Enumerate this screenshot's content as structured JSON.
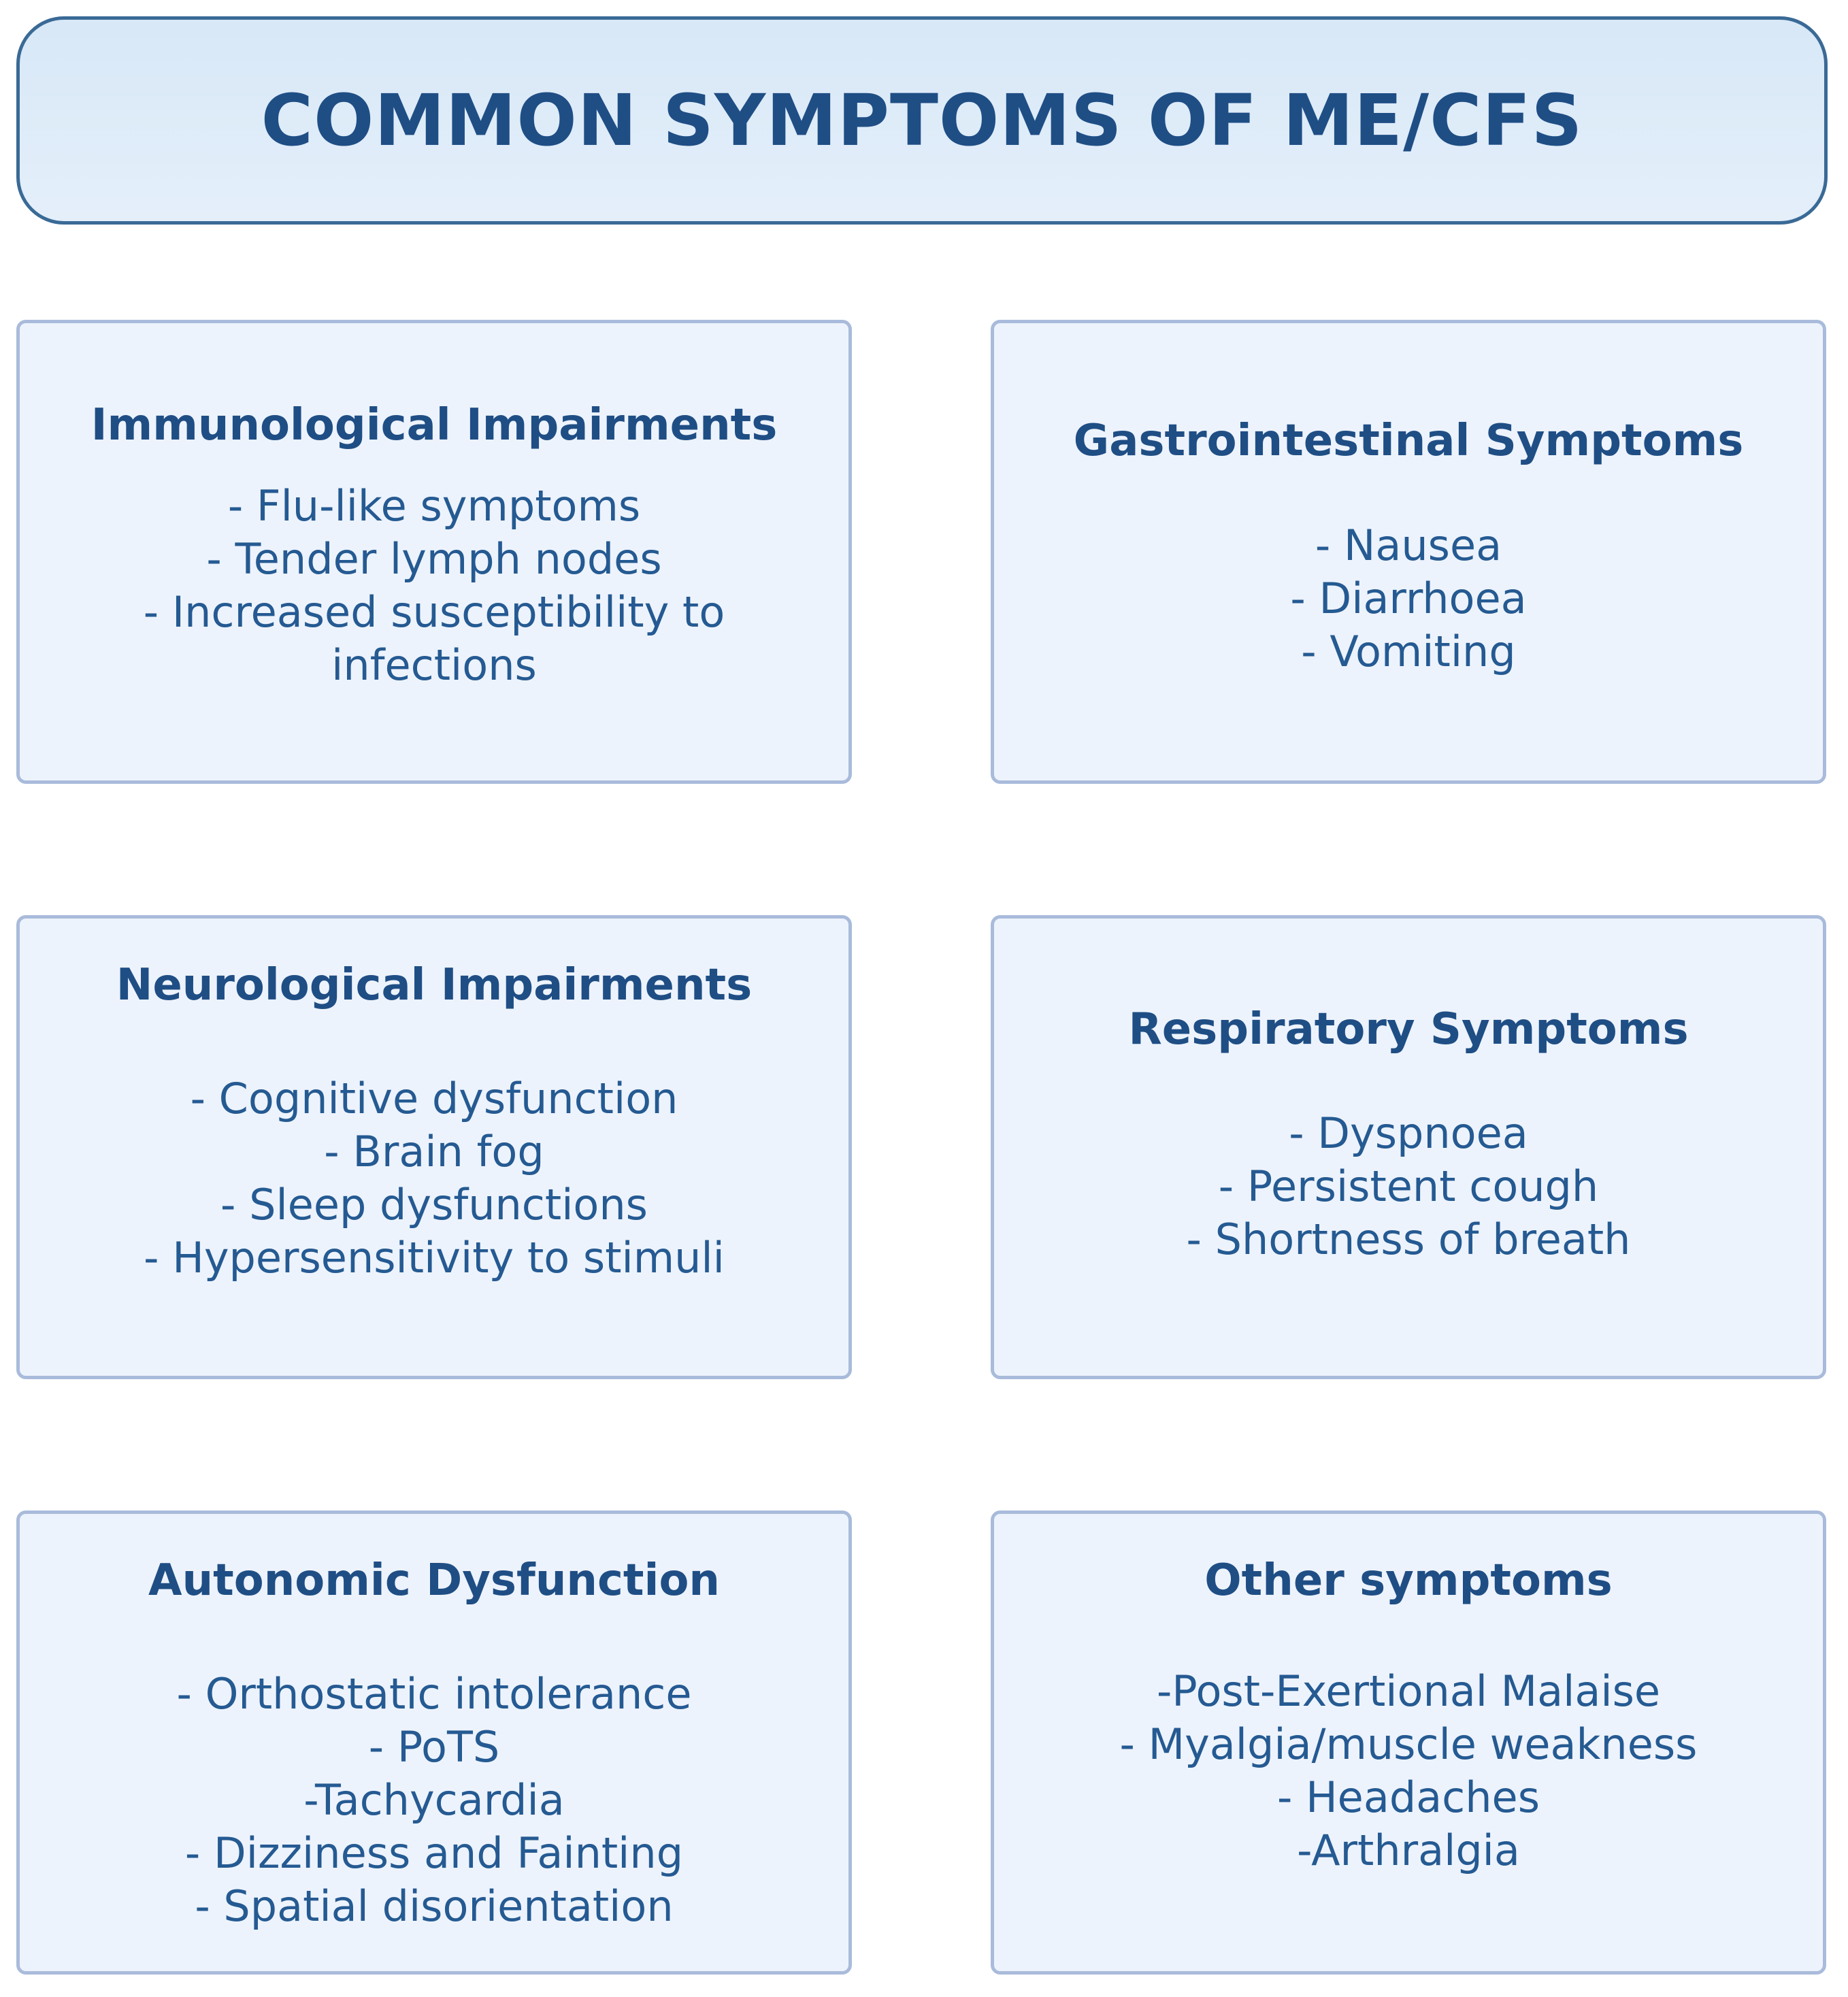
{
  "title": "COMMON SYMPTOMS OF ME/CFS",
  "categories": [
    {
      "title": "Immunological Impairments",
      "items": [
        "- Flu-like symptoms",
        "- Tender lymph nodes",
        "- Increased susceptibility to infections"
      ]
    },
    {
      "title": "Gastrointestinal Symptoms",
      "items": [
        "- Nausea",
        "- Diarrhoea",
        "- Vomiting"
      ]
    },
    {
      "title": "Neurological Impairments",
      "items": [
        "- Cognitive dysfunction",
        "- Brain fog",
        "- Sleep dysfunctions",
        "- Hypersensitivity to stimuli"
      ]
    },
    {
      "title": "Respiratory Symptoms",
      "items": [
        "- Dyspnoea",
        "- Persistent cough",
        "- Shortness of breath"
      ]
    },
    {
      "title": "Autonomic Dysfunction",
      "items": [
        "- Orthostatic intolerance",
        "- PoTS",
        "-Tachycardia",
        "- Dizziness and Fainting",
        "- Spatial disorientation"
      ]
    },
    {
      "title": "Other symptoms",
      "items": [
        "-Post-Exertional Malaise",
        "- Myalgia/muscle weakness",
        "- Headaches",
        "-Arthralgia"
      ]
    }
  ]
}
